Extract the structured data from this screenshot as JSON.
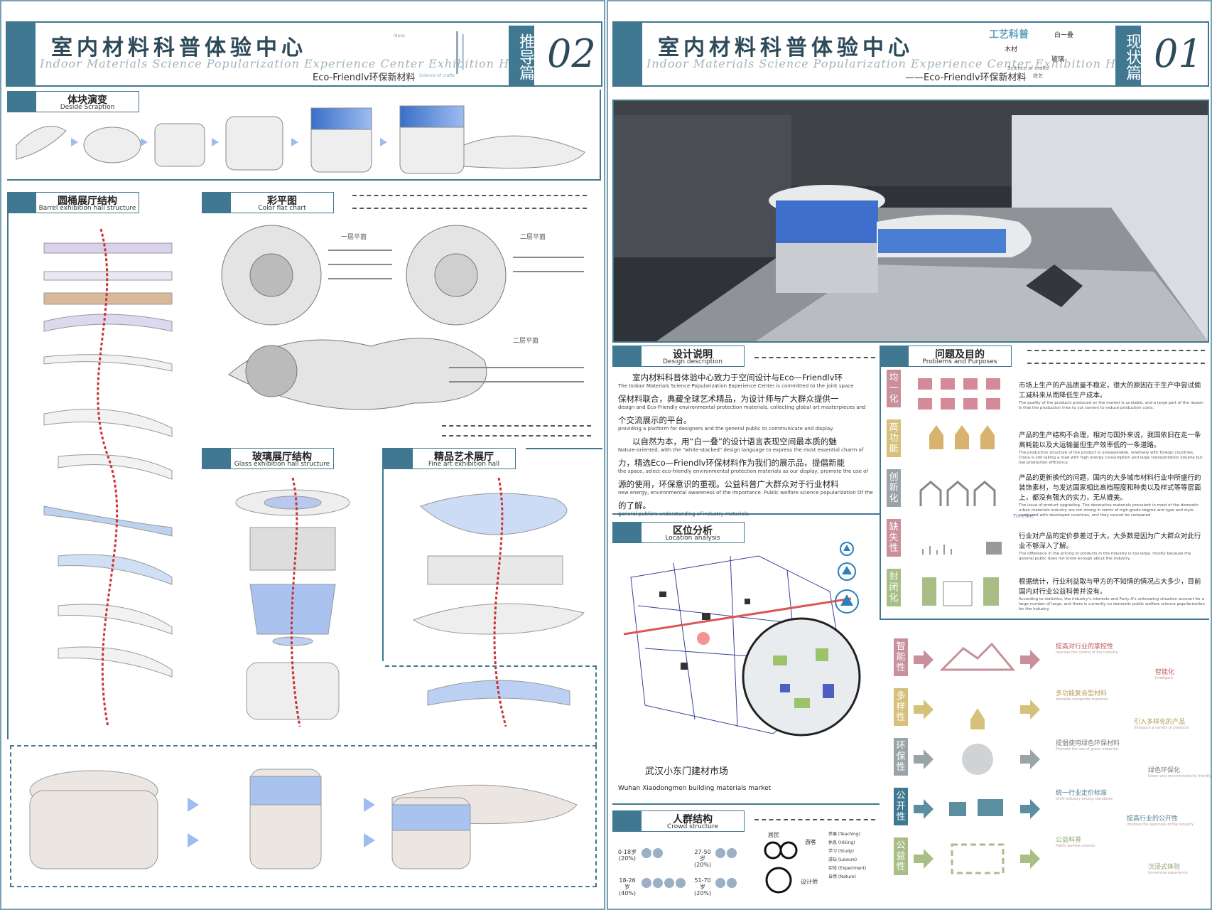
{
  "left_sheet": {
    "title": "室内材料科普体验中心",
    "subtitle": "Indoor Materials Science Popularization Experience Center Exhibition Hall",
    "tagline": "Eco-Friendlv环保新材料",
    "side_label": "推导篇",
    "page_number": "02",
    "sections": {
      "block_evolution": {
        "zh": "体块演变",
        "en": "Deside Scraption"
      },
      "barrel_hall": {
        "zh": "圆桶展厅结构",
        "en": "Barrel exhibition hall structure"
      },
      "color_plan": {
        "zh": "彩平图",
        "en": "Color flat chart"
      },
      "glass_hall": {
        "zh": "玻璃展厅结构",
        "en": "Glass exhibition hall structure"
      },
      "fine_art_hall": {
        "zh": "精品艺术展厅",
        "en": "Fine art exhibition hall"
      }
    },
    "plan_titles": [
      "一层平面",
      "二层平面",
      "二层平面"
    ]
  },
  "right_sheet": {
    "title": "室内材料科普体验中心",
    "subtitle": "Indoor Materials Science Popularization Experience Center Exhibition Hall",
    "tagline": "——Eco-Friendlv环保新材料",
    "side_label": "现状篇",
    "page_number": "01",
    "cloud_words": [
      "工艺科普",
      "白一叠",
      "木材",
      "玻璃",
      "Science of crafts",
      "铁艺"
    ],
    "design": {
      "zh": "设计说明",
      "en": "Design description",
      "p1": "室内材料科普体验中心致力于空间设计与Eco—Friendlv环",
      "p1_en": "The Indoor Materials Science Popularization Experience Center is committed to the joint space",
      "p2": "保材料联合，典藏全球艺术精品，为设计师与广大群众提供一",
      "p2_en": "design and Eco-Friendly environmental protection materials, collecting global art masterpieces and",
      "p3": "个交流展示的平台。",
      "p3_en": "providing a platform for designers and the general public to communicate and display.",
      "p4": "以自然为本，用“白一叠”的设计语言表现空间最本质的魅",
      "p4_en": "Nature-oriented, with the \"white-stacked\" design language to express the most essential charm of",
      "p5": "力，精选Eco—Friendlv环保材料作为我们的展示品，提倡新能",
      "p5_en": "the space, select eco-friendly environmental protection materials as our display, promote the use of",
      "p6": "源的使用，环保意识的重视。公益科普广大群众对于行业材料",
      "p6_en": "new energy, environmental awareness of the importance. Public welfare science popularization Of the",
      "p7": "的了解。",
      "p7_en": "general public's understanding of industry materials."
    },
    "problems": {
      "zh": "问题及目的",
      "en": "Problems and Purposes",
      "items": [
        {
          "label": "均一化",
          "text": "市场上生产的产品质量不稳定，很大的原因在于生产中尝试偷工减料来从而降低生产成本。",
          "en": "The quality of the products produced on the market is unstable, and a large part of the reason is that the production tries to cut corners to reduce production costs."
        },
        {
          "label": "高功能",
          "text": "产品的生产结构不合理，相对与国外来说，我国依旧在走一条高耗能以及大运输量但生产效率低的一条道路。",
          "en": "The production structure of the product is unreasonable, relatively with foreign countries, China is still taking a road with high energy consumption and large transportation volume but low production efficiency."
        },
        {
          "label": "创新化",
          "text": "产品的更新换代的问题，国内的大多城市材料行业中所盛行的装饰素材，与发达国家相比高档程度和种类以及样式等等层面上，都没有强大的实力，无从媲美。",
          "en": "The issue of product upgrading. The decorative materials prevalent in most of the domestic urban materials industry are not strong in terms of high-grade degree and type and style compared with developed countries, and they cannot be compared."
        },
        {
          "label": "缺失性",
          "text": "行业对产品的定价参差过于大，大多数是因为广大群众对此行业不够深入了解。",
          "en": "The difference in the pricing of products in the industry is too large, mostly because the general public does not know enough about the industry."
        },
        {
          "label": "封闭化",
          "text": "根据统计，行业利益取与甲方的不知情的情况占大多少，目前国内对行业公益科普并没有。",
          "en": "According to statistics, the industry's interests and Party A's unknowing situation account for a large number of large, and there is currently no domestic public welfare science popularization for the industry."
        }
      ],
      "timeline": "Timeline"
    },
    "goals": [
      {
        "label": "智能性",
        "a": "提高对行业的掌控性",
        "a_en": "Improve the control of the industry",
        "b": "智能化",
        "b_en": "Intelligent"
      },
      {
        "label": "多样性",
        "a": "多功能复合型材料",
        "a_en": "Versatile composite materials",
        "b": "引入多样化的产品",
        "b_en": "Introduce a variety of products"
      },
      {
        "label": "环保性",
        "a": "提倡使用绿色环保材料",
        "a_en": "Promote the use of green materials",
        "b": "绿色环保化",
        "b_en": "Green and environmentally friendly"
      },
      {
        "label": "公开性",
        "a": "统一行业定价标准",
        "a_en": "Unify industry pricing standards",
        "b": "提高行业的公开性",
        "b_en": "Improve the openness of the industry"
      },
      {
        "label": "公益性",
        "a": "公益科普",
        "a_en": "Public welfare science",
        "b": "沉浸式体验",
        "b_en": "Immersive experience"
      }
    ],
    "location": {
      "zh": "区位分析",
      "en": "Location analysis",
      "place": "武汉小东门建材市场",
      "place_en": "Wuhan Xiaodongmen building materials market"
    },
    "crowd": {
      "zh": "人群结构",
      "en": "Crowd structure",
      "ages": [
        {
          "range": "0-18岁",
          "pct": "(20%)"
        },
        {
          "range": "27-50岁",
          "pct": "(20%)"
        },
        {
          "range": "18-26岁",
          "pct": "(40%)"
        },
        {
          "range": "51-70岁",
          "pct": "(20%)"
        }
      ],
      "roles": [
        "居民",
        "游客",
        "设计师"
      ],
      "legend": [
        "参展 (Teaching)",
        "休息 (Hiking)",
        "学习 (Study)",
        "游玩 (Leisure)",
        "实验 (Experiment)",
        "自然 (Nature)"
      ]
    }
  },
  "colors": {
    "accent": "#3f7890",
    "label_pink": "#c98f9a",
    "label_yellow": "#d6c07a",
    "label_gray": "#9aa3a8",
    "label_green": "#a9be86",
    "glass_blue": "#5d8fd8"
  }
}
